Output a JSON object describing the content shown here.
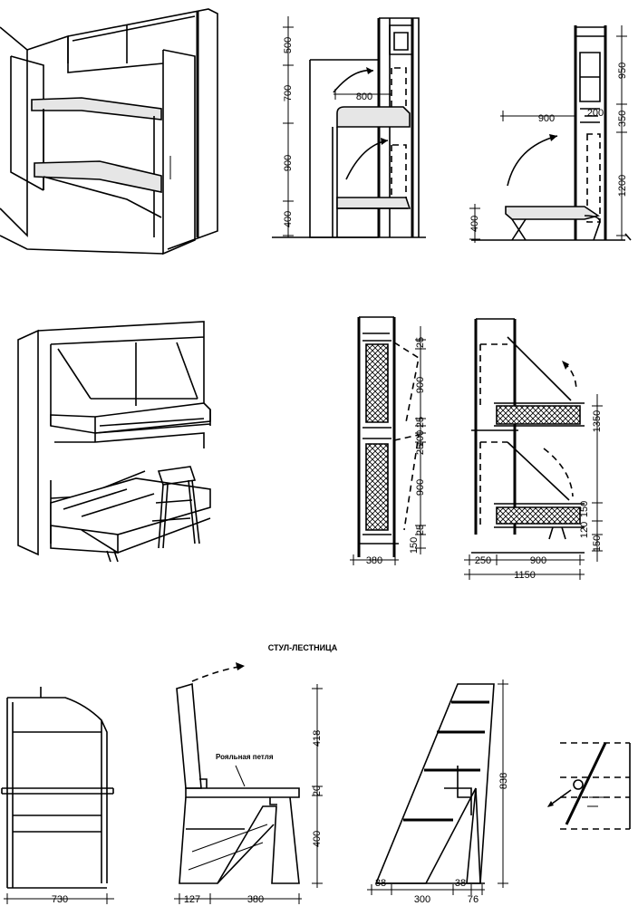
{
  "title": "СТУЛ-ЛЕСТНИЦА",
  "hinge_label": "Рояльная петля",
  "fig1": {
    "dims_v": [
      "500",
      "700",
      "900",
      "400"
    ],
    "dim_h": "800"
  },
  "fig2": {
    "dims_v": [
      "950",
      "350",
      "1200",
      "400"
    ],
    "dim_h": "900",
    "dim_200": "200"
  },
  "fig3": {
    "dims_v": [
      "25",
      "900",
      "25",
      "100",
      "25",
      "900",
      "25",
      "150"
    ],
    "dim_h": "380"
  },
  "fig4": {
    "dims_v": [
      "1350",
      "150",
      "120",
      "150"
    ],
    "dims_h": [
      "250",
      "900",
      "1150"
    ]
  },
  "chair": {
    "width": "730",
    "dims_h": [
      "127",
      "380"
    ],
    "dims_v": [
      "418",
      "20",
      "400"
    ]
  },
  "ladder": {
    "height": "838",
    "dims_h": [
      "38",
      "300",
      "38",
      "76"
    ]
  }
}
